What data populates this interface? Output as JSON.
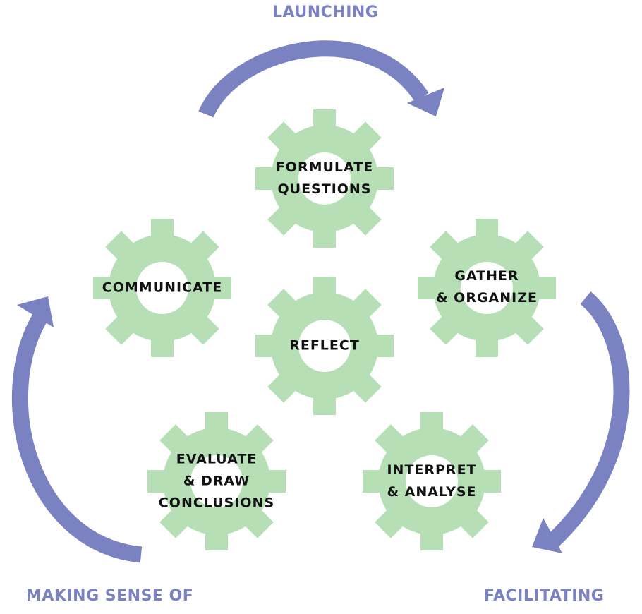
{
  "colors": {
    "arrow": "#7a82c1",
    "gear": "#b6dfb6",
    "phase_text": "#7a82c1",
    "gear_text": "#111111"
  },
  "phases": {
    "top": "LAUNCHING",
    "bottom_left": "MAKING SENSE OF",
    "bottom_right": "FACILITATING"
  },
  "gears": [
    {
      "id": "formulate",
      "lines": [
        "FORMULATE",
        "QUESTIONS"
      ]
    },
    {
      "id": "communicate",
      "lines": [
        "COMMUNICATE"
      ]
    },
    {
      "id": "gather",
      "lines": [
        "GATHER",
        "& ORGANIZE"
      ]
    },
    {
      "id": "reflect",
      "lines": [
        "REFLECT"
      ]
    },
    {
      "id": "evaluate",
      "lines": [
        "EVALUATE",
        "& DRAW",
        "CONCLUSIONS"
      ]
    },
    {
      "id": "interpret",
      "lines": [
        "INTERPRET",
        "& ANALYSE"
      ]
    }
  ]
}
